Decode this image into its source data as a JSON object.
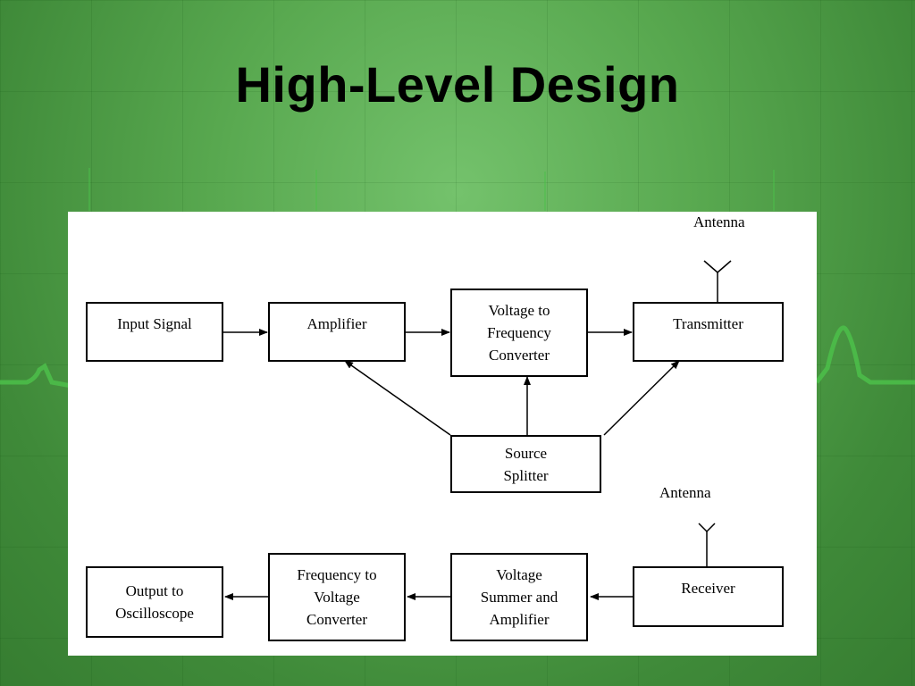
{
  "slide": {
    "title": "High-Level Design"
  },
  "diagram": {
    "blocks": {
      "input_signal": "Input Signal",
      "amplifier": "Amplifier",
      "v2f_line1": "Voltage to",
      "v2f_line2": "Frequency",
      "v2f_line3": "Converter",
      "transmitter": "Transmitter",
      "splitter_line1": "Source",
      "splitter_line2": "Splitter",
      "output_line1": "Output to",
      "output_line2": "Oscilloscope",
      "f2v_line1": "Frequency to",
      "f2v_line2": "Voltage",
      "f2v_line3": "Converter",
      "summer_line1": "Voltage",
      "summer_line2": "Summer and",
      "summer_line3": "Amplifier",
      "receiver": "Receiver"
    },
    "antenna_top": "Antenna",
    "antenna_bottom": "Antenna"
  },
  "colors": {
    "background": "#58a84f",
    "ekg_line": "#4cc04a",
    "panel": "#ffffff",
    "ink": "#000000"
  }
}
